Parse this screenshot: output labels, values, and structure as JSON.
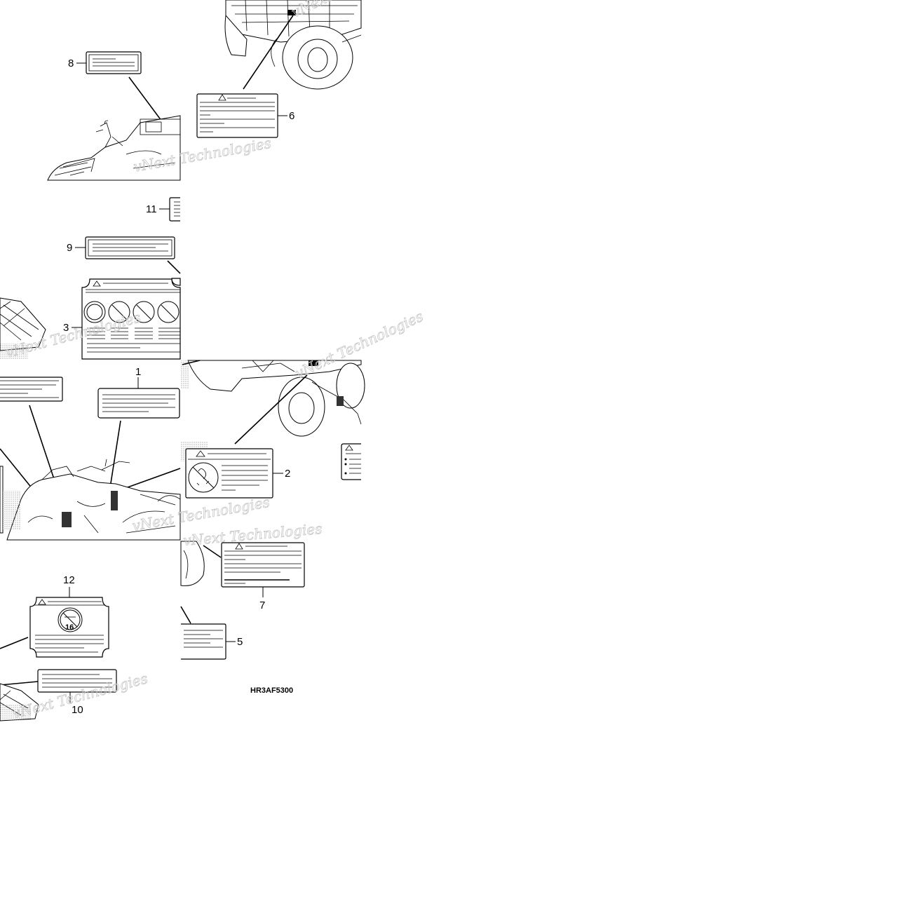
{
  "diagram": {
    "callouts": {
      "c1": "1",
      "c2": "2",
      "c3": "3",
      "c5": "5",
      "c6": "6",
      "c7": "7",
      "c8": "8",
      "c9": "9",
      "c10": "10",
      "c11": "11",
      "c12": "12"
    },
    "part_code": "HR3AF5300",
    "icon_number": "16",
    "watermark": "vNext Technologies"
  }
}
